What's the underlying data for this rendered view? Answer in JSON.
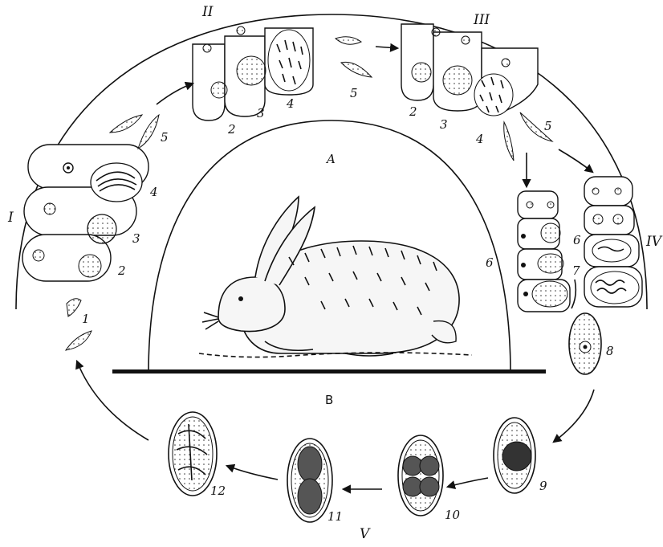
{
  "stages": {
    "I": "I",
    "II": "II",
    "III": "III",
    "IV": "IV",
    "V": "V"
  },
  "labels": {
    "A": "A",
    "B": "B",
    "s1_1": "1",
    "s1_2": "2",
    "s1_3": "3",
    "s1_4": "4",
    "s1_5": "5",
    "s2_2": "2",
    "s2_3": "3",
    "s2_4": "4",
    "s2_5": "5",
    "s3_2": "2",
    "s3_3": "3",
    "s3_4": "4",
    "s3_5": "5",
    "s4_6": "6",
    "s4_6b": "6",
    "s4_7": "7",
    "o8": "8",
    "o9": "9",
    "o10": "10",
    "o11": "11",
    "o12": "12"
  },
  "host": "rabbit-icon"
}
